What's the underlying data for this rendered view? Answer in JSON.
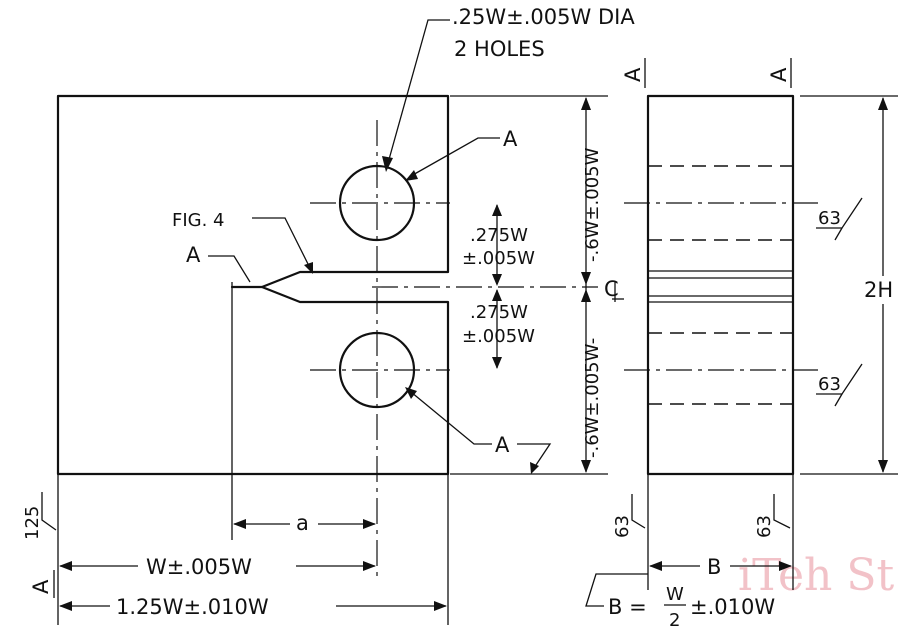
{
  "labels": {
    "hole_dia_line1": ".25W±.005W  DIA",
    "hole_dia_line2": "2 HOLES",
    "datum_a": "A",
    "fig_ref": "FIG. 4",
    "offset_top_1": ".275W",
    "offset_top_2": "±.005W",
    "offset_bot_1": ".275W",
    "offset_bot_2": "±.005W",
    "half_height_top": "-.6W±.005W",
    "half_height_bot": "-.6W±.005W-",
    "centerline": "C",
    "height_total": "2H",
    "finish_63": "63",
    "finish_125": "125",
    "dim_a": "a",
    "dim_w": "W±.005W",
    "dim_overall": "1.25W±.010W",
    "dim_b": "B",
    "b_prefix": "B =",
    "b_num": "W",
    "b_den": "2",
    "b_tol": "±.010W",
    "watermark": "iTeh St"
  }
}
